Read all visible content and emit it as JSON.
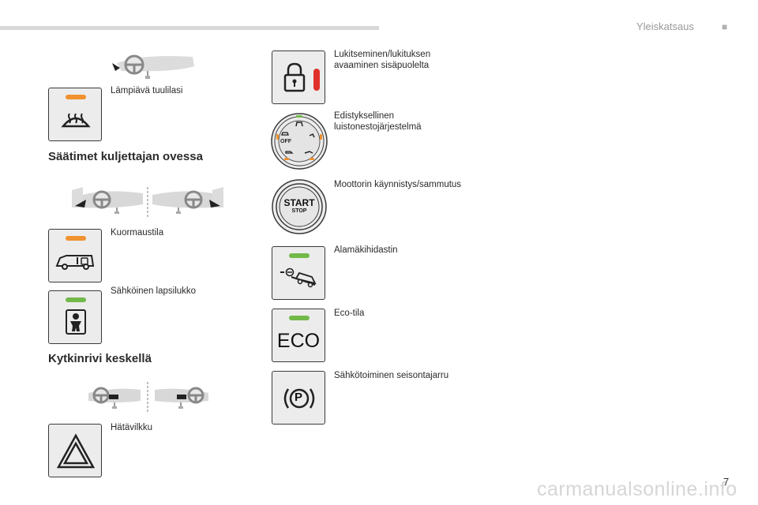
{
  "header": {
    "title": "Yleiskatsaus",
    "marker": "■"
  },
  "page_number": "7",
  "watermark": "carmanualsonline.info",
  "sections": {
    "driver_door": "Säätimet kuljettajan ovessa",
    "center_row": "Kytkinrivi keskellä"
  },
  "left_items": {
    "heated_windscreen": "Lämpiävä tuulilasi",
    "cargo_mode": "Kuormaustila",
    "child_lock": "Sähköinen lapsilukko",
    "hazard": "Hätävilkku"
  },
  "right_items": {
    "central_locking": [
      "Lukitseminen/lukituksen",
      "avaaminen sisäpuolelta"
    ],
    "grip_control": [
      "Edistyksellinen",
      "luistonestojärjestelmä"
    ],
    "start_stop": "Moottorin käynnistys/sammutus",
    "hill_descent": "Alamäkihidastin",
    "eco": "Eco-tila",
    "parking_brake": "Sähkötoiminen seisontajarru"
  },
  "button_texts": {
    "grip_off": "OFF",
    "start": "START",
    "stop": "STOP",
    "eco": "ECO",
    "parking": "P"
  },
  "colors": {
    "led_orange": "#f0922f",
    "led_green": "#73b94a",
    "led_red": "#e0302a"
  }
}
